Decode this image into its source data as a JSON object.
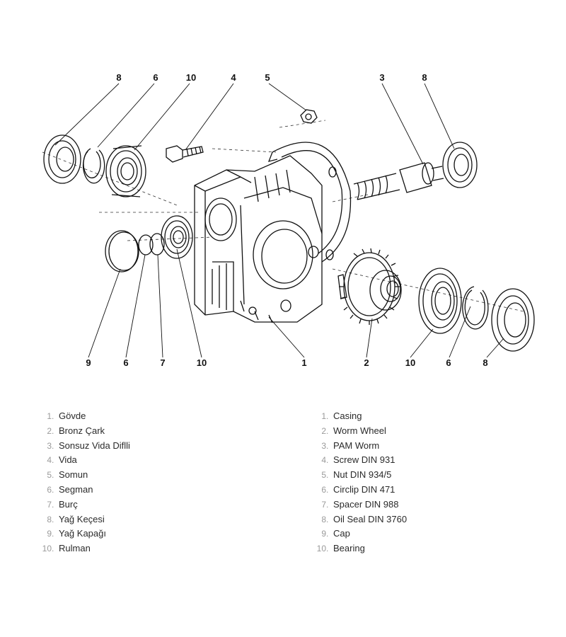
{
  "callouts": {
    "top": [
      "8",
      "6",
      "10",
      "4",
      "5",
      "3",
      "8"
    ],
    "bottom": [
      "9",
      "6",
      "7",
      "10",
      "1",
      "2",
      "10",
      "6",
      "8"
    ]
  },
  "legend_tr": [
    {
      "num": "1",
      "label": "Gövde"
    },
    {
      "num": "2",
      "label": "Bronz Çark"
    },
    {
      "num": "3",
      "label": "Sonsuz Vida Diflli"
    },
    {
      "num": "4",
      "label": "Vida"
    },
    {
      "num": "5",
      "label": "Somun"
    },
    {
      "num": "6",
      "label": "Segman"
    },
    {
      "num": "7",
      "label": "Burç"
    },
    {
      "num": "8",
      "label": "Yağ Keçesi"
    },
    {
      "num": "9",
      "label": "Yağ Kapağı"
    },
    {
      "num": "10",
      "label": "Rulman"
    }
  ],
  "legend_en": [
    {
      "num": "1",
      "label": "Casing"
    },
    {
      "num": "2",
      "label": "Worm Wheel"
    },
    {
      "num": "3",
      "label": "PAM Worm"
    },
    {
      "num": "4",
      "label": "Screw DIN 931"
    },
    {
      "num": "5",
      "label": "Nut DIN 934/5"
    },
    {
      "num": "6",
      "label": "Circlip DIN 471"
    },
    {
      "num": "7",
      "label": "Spacer DIN 988"
    },
    {
      "num": "8",
      "label": "Oil Seal DIN 3760"
    },
    {
      "num": "9",
      "label": "Cap"
    },
    {
      "num": "10",
      "label": "Bearing"
    }
  ]
}
